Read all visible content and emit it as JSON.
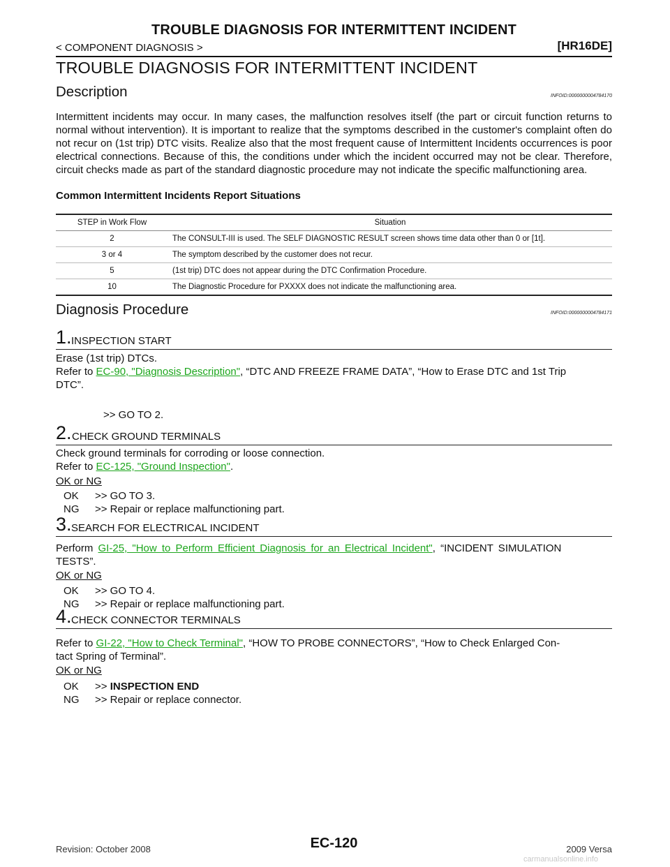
{
  "header": {
    "title": "TROUBLE DIAGNOSIS FOR INTERMITTENT INCIDENT",
    "section": "< COMPONENT DIAGNOSIS >",
    "engine": "[HR16DE]"
  },
  "page_title": "TROUBLE DIAGNOSIS FOR INTERMITTENT INCIDENT",
  "description": {
    "heading": "Description",
    "infoid": "INFOID:0000000004784170",
    "body": "Intermittent incidents may occur. In many cases, the malfunction resolves itself (the part or circuit function returns to normal without intervention). It is important to realize that the symptoms described in the customer's complaint often do not recur on (1st trip) DTC visits. Realize also that the most frequent cause of Intermittent Incidents occurrences is poor electrical connections. Because of this, the conditions under which the incident occurred may not be clear. Therefore, circuit checks made as part of the standard diagnostic procedure may not indicate the specific malfunctioning area.",
    "table_caption": "Common Intermittent Incidents Report Situations"
  },
  "situations_table": {
    "headers": [
      "STEP in Work Flow",
      "Situation"
    ],
    "rows": [
      {
        "step": "2",
        "situation": "The CONSULT-III is used. The SELF DIAGNOSTIC RESULT screen shows time data other than 0 or [1t]."
      },
      {
        "step": "3 or 4",
        "situation": "The symptom described by the customer does not recur."
      },
      {
        "step": "5",
        "situation": "(1st trip) DTC does not appear during the DTC Confirmation Procedure."
      },
      {
        "step": "10",
        "situation": "The Diagnostic Procedure for PXXXX does not indicate the malfunctioning area."
      }
    ]
  },
  "procedure": {
    "heading": "Diagnosis Procedure",
    "infoid": "INFOID:0000000004784171",
    "ok_or_ng": "OK or NG",
    "steps": [
      {
        "num": "1.",
        "title": "INSPECTION START",
        "line1": "Erase (1st trip) DTCs.",
        "refer_prefix": "Refer to ",
        "link": "EC-90, \"Diagnosis Description\"",
        "refer_suffix": ", “DTC AND FREEZE FRAME DATA”, “How to Erase DTC and 1st Trip",
        "refer_cont": "DTC”.",
        "goto": ">> GO TO 2."
      },
      {
        "num": "2.",
        "title": "CHECK GROUND TERMINALS",
        "line1": "Check ground terminals for corroding or loose connection.",
        "refer_prefix": "Refer to ",
        "link": "EC-125, \"Ground Inspection\"",
        "refer_suffix": ".",
        "ok_code": "OK",
        "ok_action": ">> GO TO 3.",
        "ng_code": "NG",
        "ng_action": ">> Repair or replace malfunctioning part."
      },
      {
        "num": "3.",
        "title": "SEARCH FOR ELECTRICAL INCIDENT",
        "refer_prefix": "Perform ",
        "link": "GI-25, \"How to Perform Efficient Diagnosis for an Electrical Incident\"",
        "refer_suffix": ", “INCIDENT SIMULATION",
        "refer_cont": "TESTS”.",
        "ok_code": "OK",
        "ok_action": ">> GO TO 4.",
        "ng_code": "NG",
        "ng_action": ">> Repair or replace malfunctioning part."
      },
      {
        "num": "4.",
        "title": "CHECK CONNECTOR TERMINALS",
        "refer_prefix": "Refer to ",
        "link": "GI-22, \"How to Check Terminal\"",
        "refer_suffix": ", “HOW TO PROBE CONNECTORS”, “How to Check Enlarged Con-",
        "refer_cont": "tact Spring of Terminal”.",
        "ok_code": "OK",
        "ok_prefix": ">> ",
        "ok_action": "INSPECTION END",
        "ng_code": "NG",
        "ng_action": ">> Repair or replace connector."
      }
    ]
  },
  "footer": {
    "revision": "Revision: October 2008",
    "page": "EC-120",
    "model": "2009 Versa"
  },
  "watermark": "carmanualsonline.info",
  "colors": {
    "link": "#1da61d",
    "text": "#111111"
  }
}
